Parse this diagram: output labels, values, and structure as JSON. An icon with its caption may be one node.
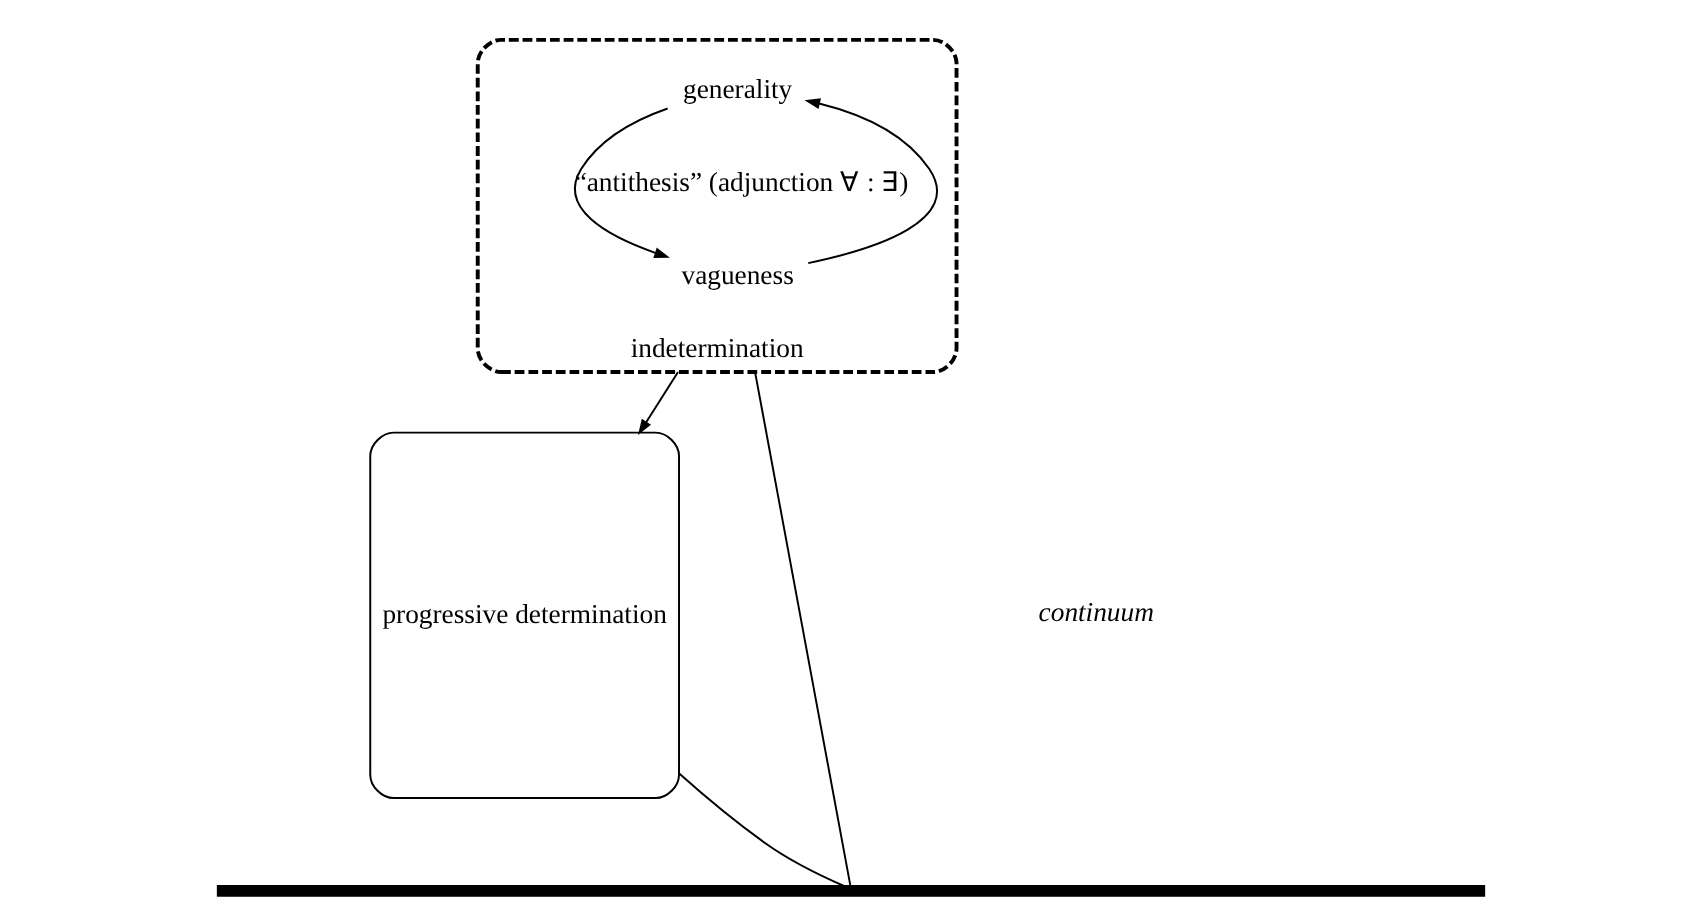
{
  "diagram": {
    "nodes": [
      {
        "text": [
          "indetermination"
        ]
      },
      {
        "text": [
          "generality"
        ],
        "in": 0
      },
      {
        "text": [
          "vagueness"
        ],
        "in": 0
      },
      {
        "text": [
          "progressive determination"
        ]
      },
      {
        "text": [],
        "shape": "bar"
      }
    ],
    "edges": [
      {
        "from": 2,
        "to": 1,
        "arrow": "to"
      },
      {
        "from": 1,
        "to": 2,
        "arrow": "to",
        "label": "“antithesis” (adjunction ∀ : ∃)"
      },
      {
        "from": 0,
        "to": 3,
        "arrow": "to"
      },
      {
        "from": 0,
        "to": 4,
        "arrow": "none"
      },
      {
        "from": 3,
        "to": 4,
        "arrow": "none"
      }
    ],
    "labels": [
      "continuum"
    ]
  }
}
